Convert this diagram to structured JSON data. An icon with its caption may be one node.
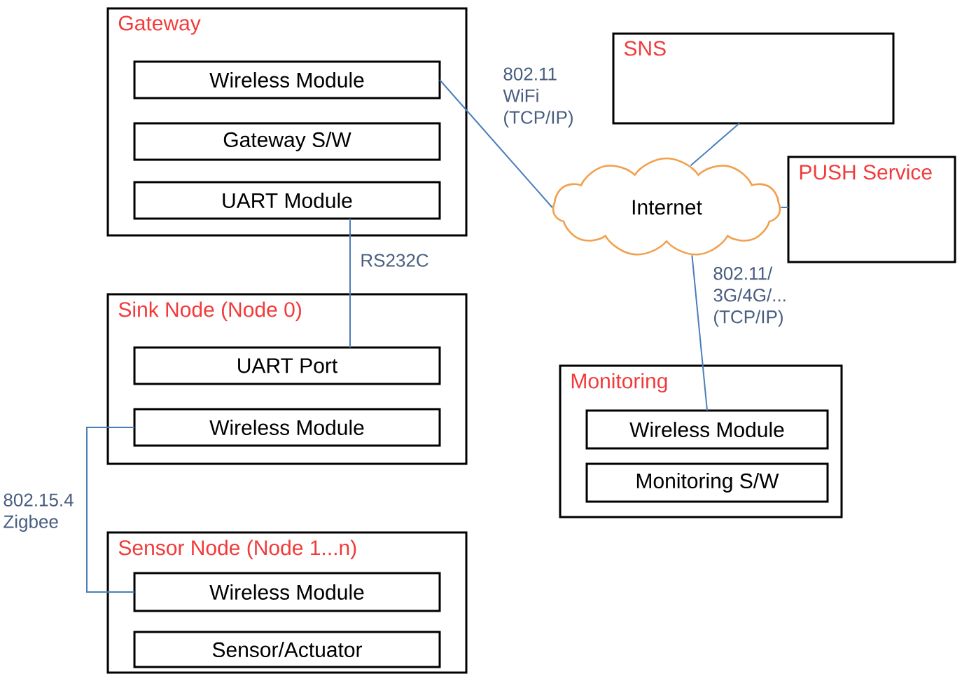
{
  "diagram": {
    "nodes": [
      {
        "text": [
          "Gateway"
        ]
      },
      {
        "text": [
          "Wireless Module"
        ],
        "in": 0
      },
      {
        "text": [
          "Gateway S/W"
        ],
        "in": 0
      },
      {
        "text": [
          "UART Module"
        ],
        "in": 0
      },
      {
        "text": [
          "SNS"
        ]
      },
      {
        "text": [
          "PUSH Service"
        ]
      },
      {
        "text": [
          "Internet"
        ]
      },
      {
        "text": [
          "Sink Node (Node 0)"
        ]
      },
      {
        "text": [
          "UART Port"
        ],
        "in": 7
      },
      {
        "text": [
          "Wireless Module"
        ],
        "in": 7
      },
      {
        "text": [
          "Monitoring"
        ]
      },
      {
        "text": [
          "Wireless Module"
        ],
        "in": 10
      },
      {
        "text": [
          "Monitoring S/W"
        ],
        "in": 10
      },
      {
        "text": [
          "Sensor Node (Node 1...n)"
        ]
      },
      {
        "text": [
          "Wireless Module"
        ],
        "in": 13
      },
      {
        "text": [
          "Sensor/Actuator"
        ],
        "in": 13
      }
    ],
    "edges": [
      {
        "from": 1,
        "to": 6,
        "arrow": "none",
        "label": "802.11 WiFi (TCP/IP)"
      },
      {
        "from": 3,
        "to": 8,
        "arrow": "none",
        "label": "RS232C"
      },
      {
        "from": 9,
        "to": 14,
        "arrow": "none",
        "label": "802.15.4 Zigbee"
      },
      {
        "from": 4,
        "to": 6,
        "arrow": "none"
      },
      {
        "from": 6,
        "to": 5,
        "arrow": "none"
      },
      {
        "from": 6,
        "to": 11,
        "arrow": "none",
        "label": "802.11/ 3G/4G/... (TCP/IP)"
      }
    ]
  }
}
